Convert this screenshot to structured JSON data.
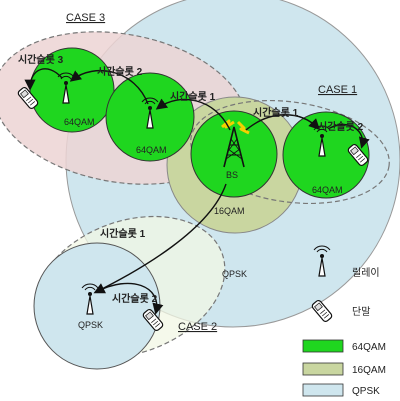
{
  "colors": {
    "qam64": "#1fd61f",
    "qam16": "#c9d6a0",
    "qpsk": "#cfe6ee",
    "case3_fill": "#ecd3d3",
    "case_border": "#777777"
  },
  "cases": {
    "case1": "CASE 1",
    "case2": "CASE 2",
    "case3": "CASE 3"
  },
  "slots": {
    "case3_slot3": "시간슬롯 3",
    "case3_slot2": "시간슬롯 2",
    "case3_slot1": "시간슬롯 1",
    "case1_slot1": "시간슬롯 1",
    "case1_slot2": "시간슬롯 2",
    "case2_slot1": "시간슬롯 1",
    "case2_slot2": "시간슬롯 2"
  },
  "cells": {
    "c3_left": "64QAM",
    "c3_mid": "64QAM",
    "bs_inner": "BS",
    "bs_ring": "16QAM",
    "c1_right": "64QAM",
    "big_qpsk": "QPSK",
    "c2_qpsk": "QPSK"
  },
  "legend": {
    "relay": "릴레이",
    "terminal": "단말",
    "qam64": "64QAM",
    "qam16": "16QAM",
    "qpsk": "QPSK"
  },
  "icons": {
    "relay": "antenna-tower-icon",
    "terminal": "mobile-phone-icon",
    "base_station": "lattice-tower-icon",
    "signal": "lightning-icon"
  }
}
